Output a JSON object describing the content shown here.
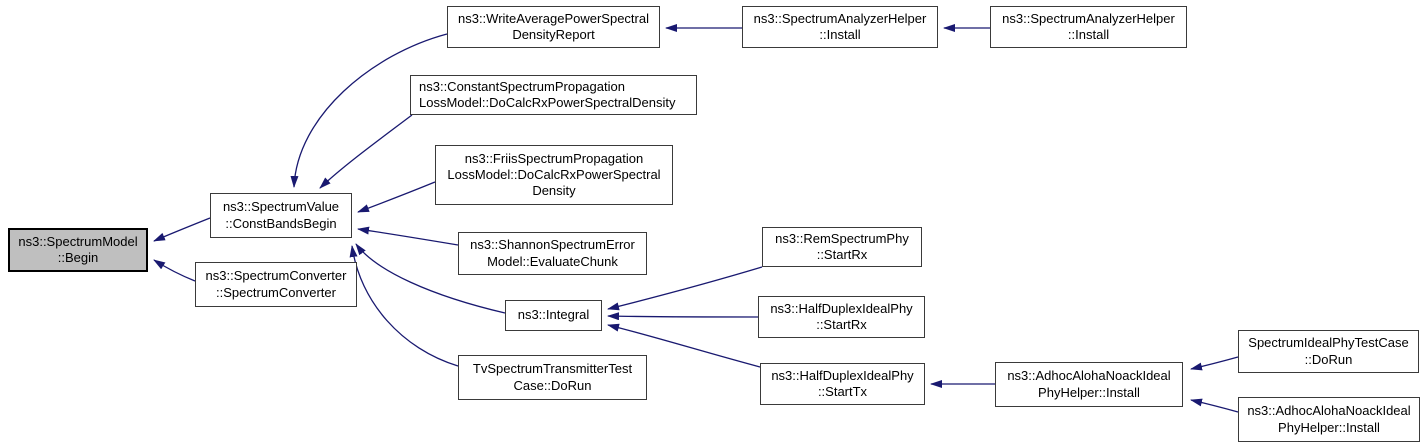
{
  "diagram": {
    "type": "doxygen-caller-graph",
    "description": "Caller graph for ns3::SpectrumModel::Begin",
    "colors": {
      "edge": "#191970",
      "node_fill": "#ffffff",
      "current_node_fill": "#bfbfbf",
      "node_border": "#3a3a3a",
      "background": "#ffffff"
    },
    "nodes": [
      {
        "id": "spectrum-model-begin",
        "label": "ns3::SpectrumModel\n::Begin",
        "current": true
      },
      {
        "id": "spectrum-value-const-bands-begin",
        "label": "ns3::SpectrumValue\n::ConstBandsBegin",
        "current": false
      },
      {
        "id": "spectrum-converter-ctor",
        "label": "ns3::SpectrumConverter\n::SpectrumConverter",
        "current": false
      },
      {
        "id": "write-average-psd-report",
        "label": "ns3::WriteAveragePowerSpectral\nDensityReport",
        "current": false
      },
      {
        "id": "spectrum-analyzer-helper-install-1",
        "label": "ns3::SpectrumAnalyzerHelper\n::Install",
        "current": false
      },
      {
        "id": "spectrum-analyzer-helper-install-2",
        "label": "ns3::SpectrumAnalyzerHelper\n::Install",
        "current": false
      },
      {
        "id": "constant-spectrum-prop-loss-docalc",
        "label": "ns3::ConstantSpectrumPropagation\nLossModel::DoCalcRxPowerSpectralDensity",
        "current": false
      },
      {
        "id": "friis-spectrum-prop-loss-docalc",
        "label": "ns3::FriisSpectrumPropagation\nLossModel::DoCalcRxPowerSpectral\nDensity",
        "current": false
      },
      {
        "id": "shannon-error-model-evaluate-chunk",
        "label": "ns3::ShannonSpectrumError\nModel::EvaluateChunk",
        "current": false
      },
      {
        "id": "integral",
        "label": "ns3::Integral",
        "current": false
      },
      {
        "id": "tv-spectrum-transmitter-testcase-dorun",
        "label": "TvSpectrumTransmitterTest\nCase::DoRun",
        "current": false
      },
      {
        "id": "rem-spectrum-phy-startrx",
        "label": "ns3::RemSpectrumPhy\n::StartRx",
        "current": false
      },
      {
        "id": "half-duplex-ideal-phy-startrx",
        "label": "ns3::HalfDuplexIdealPhy\n::StartRx",
        "current": false
      },
      {
        "id": "half-duplex-ideal-phy-starttx",
        "label": "ns3::HalfDuplexIdealPhy\n::StartTx",
        "current": false
      },
      {
        "id": "adhoc-aloha-noack-ideal-phy-helper-install-1",
        "label": "ns3::AdhocAlohaNoackIdeal\nPhyHelper::Install",
        "current": false
      },
      {
        "id": "spectrum-ideal-phy-testcase-dorun",
        "label": "SpectrumIdealPhyTestCase\n::DoRun",
        "current": false
      },
      {
        "id": "adhoc-aloha-noack-ideal-phy-helper-install-2",
        "label": "ns3::AdhocAlohaNoackIdeal\nPhyHelper::Install",
        "current": false
      }
    ],
    "edges": [
      {
        "from": "spectrum-value-const-bands-begin",
        "to": "spectrum-model-begin"
      },
      {
        "from": "spectrum-converter-ctor",
        "to": "spectrum-model-begin"
      },
      {
        "from": "write-average-psd-report",
        "to": "spectrum-value-const-bands-begin"
      },
      {
        "from": "constant-spectrum-prop-loss-docalc",
        "to": "spectrum-value-const-bands-begin"
      },
      {
        "from": "friis-spectrum-prop-loss-docalc",
        "to": "spectrum-value-const-bands-begin"
      },
      {
        "from": "shannon-error-model-evaluate-chunk",
        "to": "spectrum-value-const-bands-begin"
      },
      {
        "from": "integral",
        "to": "spectrum-value-const-bands-begin"
      },
      {
        "from": "tv-spectrum-transmitter-testcase-dorun",
        "to": "spectrum-value-const-bands-begin"
      },
      {
        "from": "spectrum-analyzer-helper-install-1",
        "to": "write-average-psd-report"
      },
      {
        "from": "spectrum-analyzer-helper-install-2",
        "to": "spectrum-analyzer-helper-install-1"
      },
      {
        "from": "rem-spectrum-phy-startrx",
        "to": "integral"
      },
      {
        "from": "half-duplex-ideal-phy-startrx",
        "to": "integral"
      },
      {
        "from": "half-duplex-ideal-phy-starttx",
        "to": "integral"
      },
      {
        "from": "adhoc-aloha-noack-ideal-phy-helper-install-1",
        "to": "half-duplex-ideal-phy-starttx"
      },
      {
        "from": "spectrum-ideal-phy-testcase-dorun",
        "to": "adhoc-aloha-noack-ideal-phy-helper-install-1"
      },
      {
        "from": "adhoc-aloha-noack-ideal-phy-helper-install-2",
        "to": "adhoc-aloha-noack-ideal-phy-helper-install-1"
      }
    ]
  }
}
